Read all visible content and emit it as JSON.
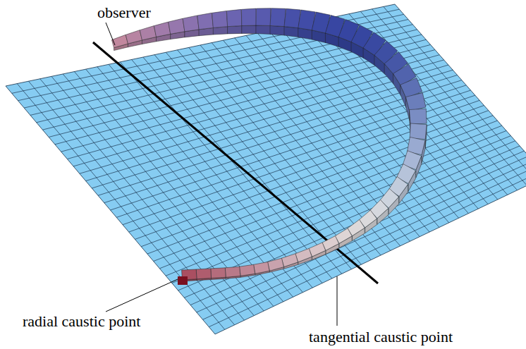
{
  "diagram": {
    "labels": [
      "observer",
      "radial caustic point",
      "tangential caustic point"
    ]
  }
}
